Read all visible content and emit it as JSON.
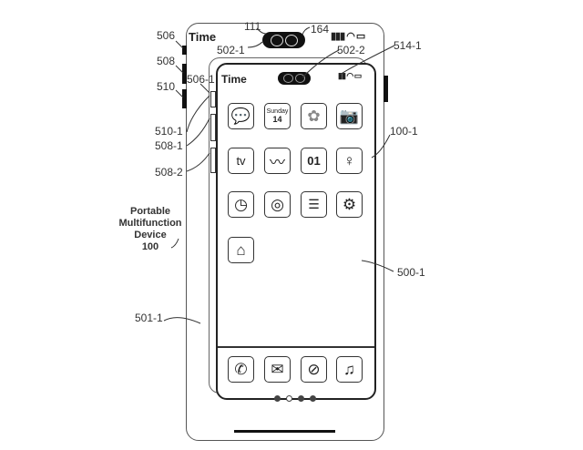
{
  "outer_device": {
    "time": "Time"
  },
  "inner_device": {
    "time": "Time",
    "calendar": {
      "day": "Sunday",
      "date": "14"
    },
    "tv_label": "tv",
    "clock_digits": "01",
    "page_dots": 4,
    "active_page": 2
  },
  "labels": {
    "l111": "111",
    "l164": "164",
    "l502_1": "502-1",
    "l502_2": "502-2",
    "l514_1": "514-1",
    "l506": "506",
    "l508": "508",
    "l510": "510",
    "l506_1": "506-1",
    "l510_1": "510-1",
    "l508_1": "508-1",
    "l508_2": "508-2",
    "l100_1": "100-1",
    "l500_1": "500-1",
    "l501_1": "501-1",
    "device_caption": [
      "Portable",
      "Multifunction",
      "Device",
      "100"
    ]
  }
}
